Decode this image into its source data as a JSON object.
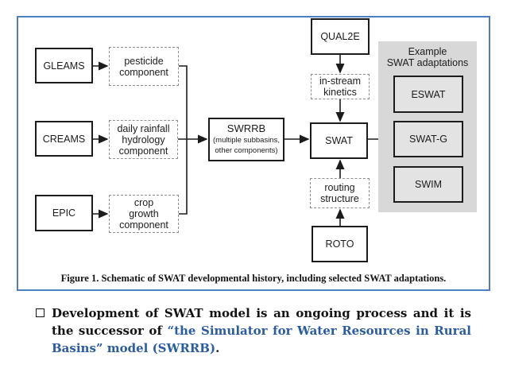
{
  "figure": {
    "caption": "Figure 1. Schematic of SWAT developmental history, including selected SWAT adaptations.",
    "colors": {
      "frame_border": "#4d7ebf",
      "box_border": "#1c1c1c",
      "dashed_border": "#8f8f8f",
      "panel_bg": "#d8d8d8",
      "adaptation_box_bg": "#e3e3e3",
      "text": "#1c1c1c"
    },
    "nodes": {
      "gleams": "GLEAMS",
      "pesticide": "pesticide\ncomponent",
      "creams": "CREAMS",
      "hydrology": "daily rainfall\nhydrology\ncomponent",
      "epic": "EPIC",
      "crop": "crop\ngrowth\ncomponent",
      "swrrb_title": "SWRRB",
      "swrrb_sub": "(multiple subbasins,\nother components)",
      "qual2e": "QUAL2E",
      "instream": "in-stream\nkinetics",
      "swat": "SWAT",
      "routing": "routing\nstructure",
      "roto": "ROTO",
      "panel_title": "Example\nSWAT adaptations",
      "eswat": "ESWAT",
      "swatg": "SWAT-G",
      "swim": "SWIM"
    }
  },
  "bullet": {
    "black_1": "Development of SWAT model is an ongoing process and it is the successor of ",
    "blue": "“the Simulator for Water Resources in Rural Basins” model (SWRRB)",
    "black_2": ".",
    "text_color": "#141414",
    "highlight_color": "#2b5c9f"
  }
}
